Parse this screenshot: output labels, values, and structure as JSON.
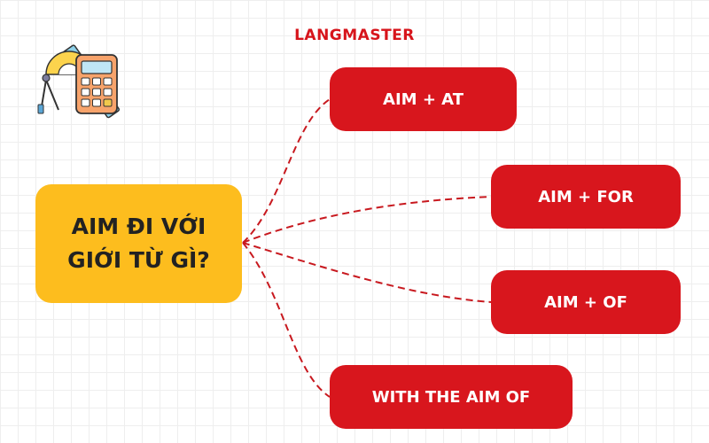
{
  "brand": {
    "name": "LANGMASTER",
    "color": "#d7141b"
  },
  "central_node": {
    "text": "AIM ĐI VỚI GIỚI TỪ GÌ?",
    "color": "#fdbd1e"
  },
  "branches": [
    {
      "label": "AIM + AT"
    },
    {
      "label": "AIM + FOR"
    },
    {
      "label": "AIM + OF"
    },
    {
      "label": "WITH THE AIM OF"
    }
  ],
  "branch_color": "#d8161d",
  "decoration": {
    "icon": "calculator-ruler-compass-icon"
  }
}
